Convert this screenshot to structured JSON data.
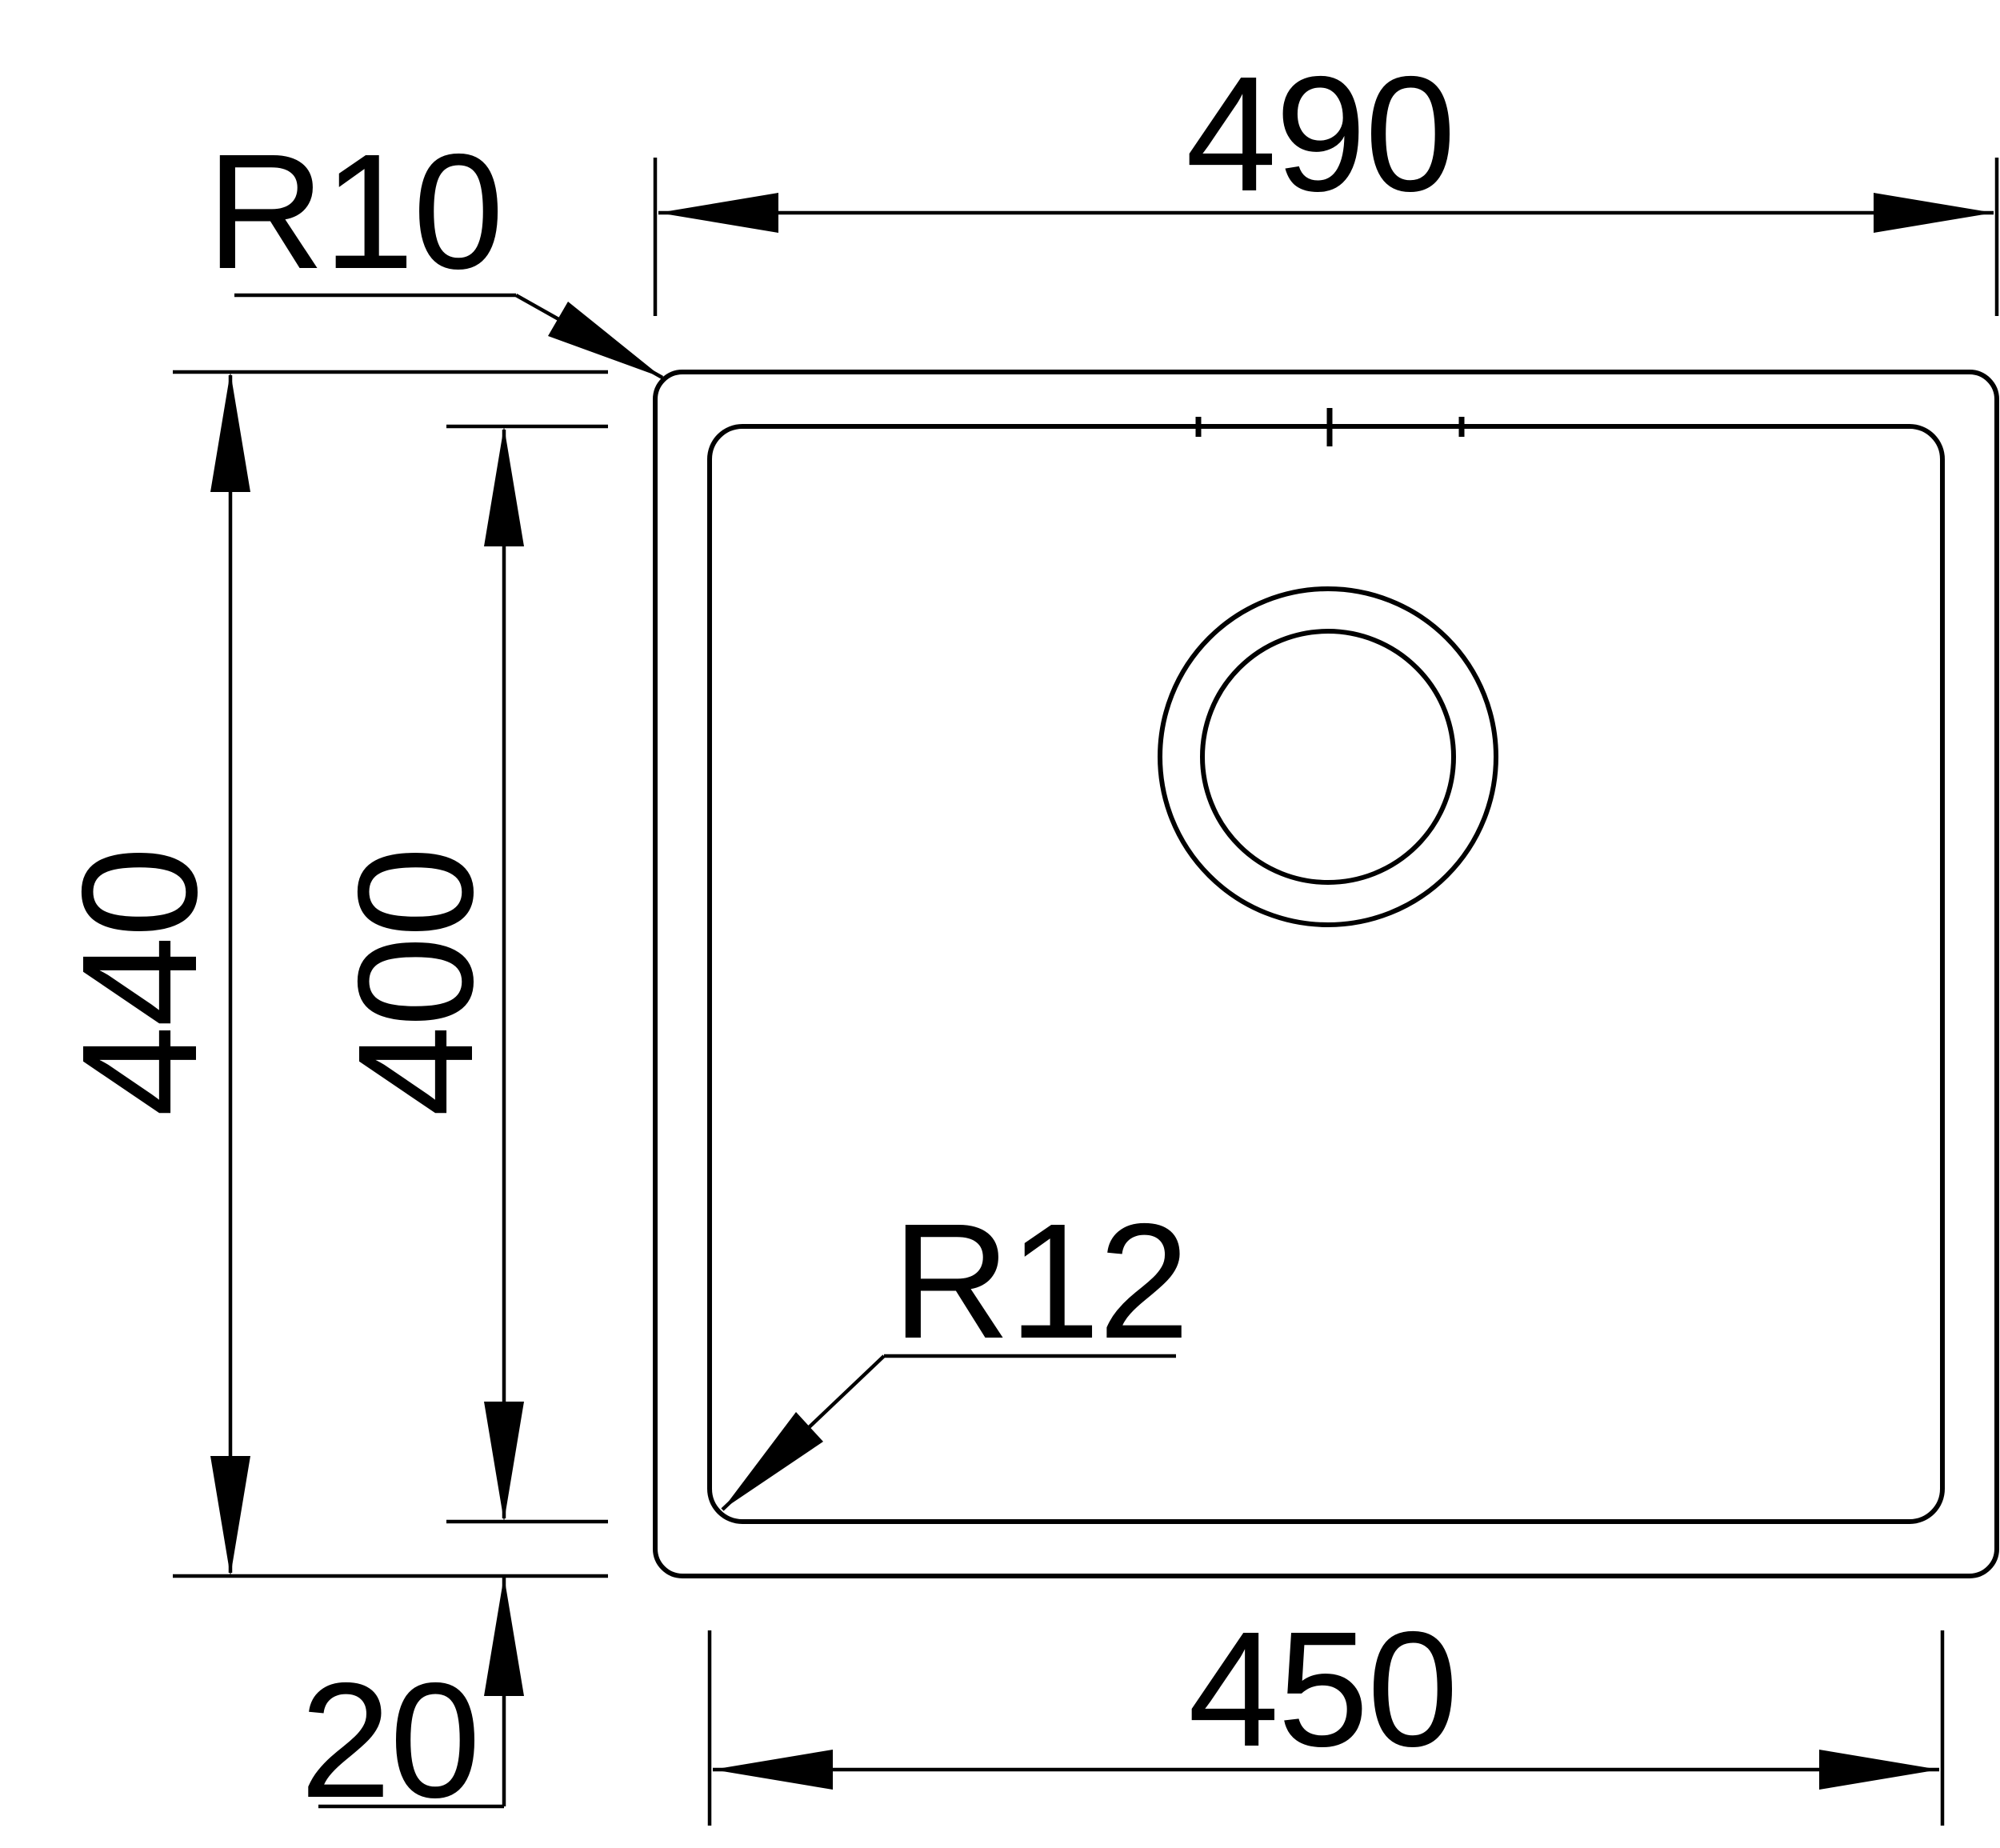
{
  "drawing": {
    "type": "technical-dimension-drawing",
    "subject": "undermount sink, top view",
    "background_color": "#ffffff",
    "line_color": "#000000",
    "annotations": {
      "outer_width": {
        "label": "490",
        "value_mm": 490
      },
      "outer_depth": {
        "label": "440",
        "value_mm": 440
      },
      "bowl_depth": {
        "label": "400",
        "value_mm": 400
      },
      "bowl_width": {
        "label": "450",
        "value_mm": 450
      },
      "rim_offset": {
        "label": "20",
        "value_mm": 20
      },
      "outer_corner_radius": {
        "label": "R10",
        "value_mm": 10
      },
      "bowl_corner_radius": {
        "label": "R12",
        "value_mm": 12
      }
    }
  }
}
